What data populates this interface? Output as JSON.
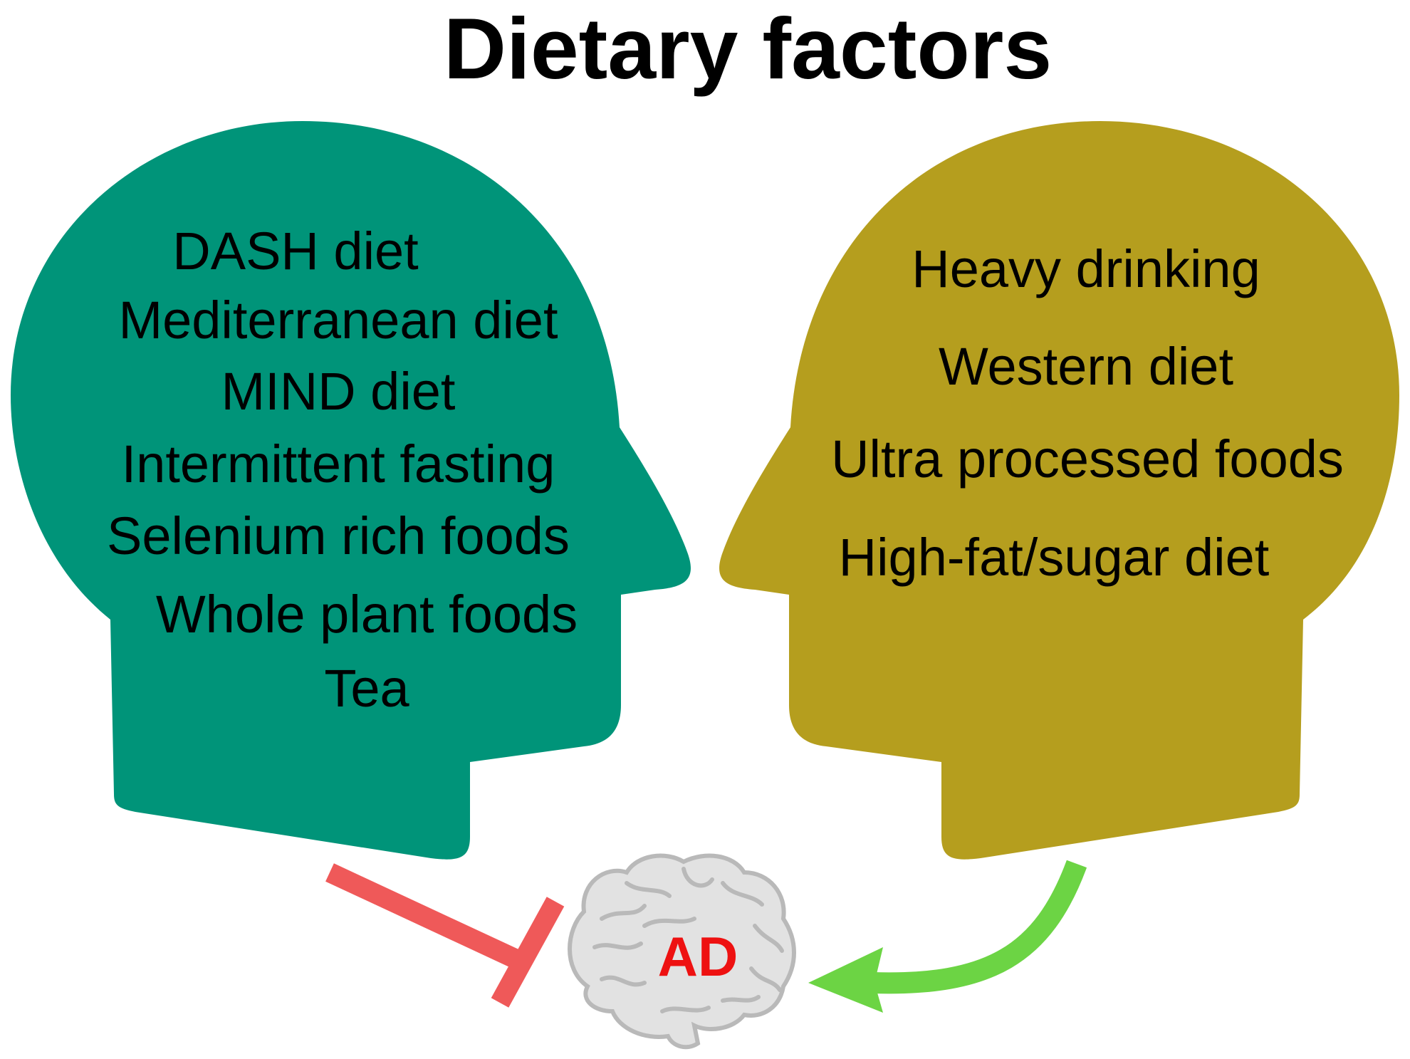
{
  "title": "Dietary factors",
  "protective_factors": [
    "DASH diet",
    "Mediterranean diet",
    "MIND diet",
    "Intermittent fasting",
    "Selenium rich foods",
    "Whole plant foods",
    "Tea"
  ],
  "risk_factors": [
    "Heavy drinking",
    "Western diet",
    "Ultra processed foods",
    "High-fat/sugar diet"
  ],
  "outcome_label": "AD",
  "colors": {
    "protective_head": "#009479",
    "risk_head": "#b59e1e",
    "inhibit_arrow": "#ee4b4b",
    "promote_arrow": "#6cd444",
    "outcome_text": "#ee1111",
    "brain_fill": "#e2e2e2",
    "brain_stroke": "#b9b9b9"
  },
  "icons": {
    "protective_head": "head-silhouette-facing-right-icon",
    "risk_head": "head-silhouette-facing-left-icon",
    "outcome": "brain-icon",
    "inhibit": "inhibition-bar-arrow-icon",
    "promote": "curved-arrow-icon"
  }
}
